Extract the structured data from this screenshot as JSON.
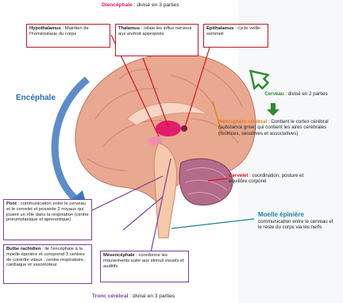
{
  "title_top": {
    "term": "Diencéphale",
    "desc": " : divisé en 3 parties"
  },
  "title_bottom": {
    "term": "Tronc cérébral",
    "desc": " : divisé en 3 parties"
  },
  "encephale": "Encéphale",
  "hypothalamus": {
    "term": "Hypothalamus",
    "desc": " : Maintien de l'homéostasie du corps"
  },
  "thalamus": {
    "term": "Thalamus",
    "desc": " : relaie les influx nerveux aux endroit appropriés"
  },
  "epithalamus": {
    "term": "Épithalamus",
    "desc": " : cycle veille-sommeil"
  },
  "cerveau": {
    "term": "Cerveau",
    "desc": " : divisé en 2 parties"
  },
  "hemisphere": {
    "term": "Hémisphère cérébral",
    "desc": " : Contient le cortex cérébral (substance grise) qui contient les aires cérébrales (motrices, sensitives et associatives)"
  },
  "cervelet": {
    "term": "Cervelet",
    "desc": " : coordination, posture et équilibre corporel"
  },
  "moelle": {
    "term": "Moelle épinière",
    "desc": "communication entre le cerveau et le reste du corps via les nerfs"
  },
  "pont": {
    "term": "Pont",
    "desc": " : communication entre le cerveau et le cervelet et possède 2 noyaux qui jouent un rôle dans la respiration (centre pneumotaxique et apneustique)"
  },
  "bulbe": {
    "term": "Bulbe rachidien",
    "desc": " : lie l'encéphale à la moelle épinière et comprend 3 centres de contrôle vitaux : centre respiratoire, cardiaque et vasomoteur"
  },
  "mesencephale": {
    "term": "Mésencéphale",
    "desc": " : coordonne les mouvements suite aux stimuli visuels et auditifs"
  },
  "colors": {
    "red": "#d1141b",
    "purple": "#7a3f9d",
    "blue": "#2b6cb5",
    "green": "#2f8a2f",
    "orange": "#e47a13",
    "pink": "#e01573"
  }
}
